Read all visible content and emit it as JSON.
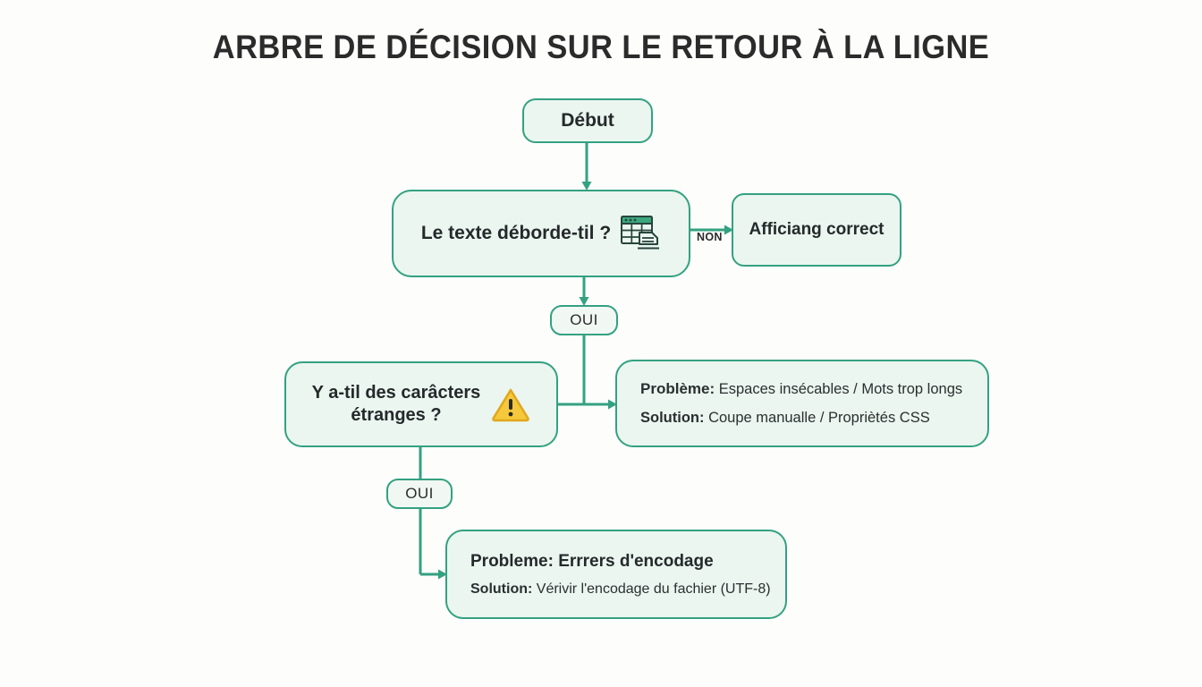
{
  "page": {
    "title": "ARBRE DE DÉCISION SUR LE RETOUR À LA LIGNE",
    "background_color": "#FDFDFC"
  },
  "theme": {
    "node_border": "#34A181",
    "node_fill": "#EAF6EF",
    "edge_color": "#34A181",
    "text_color": "#2B2B2B",
    "warning_fill": "#F6C83C",
    "warning_stroke": "#E0A71E",
    "spreadsheet_header": "#3AA87E",
    "spreadsheet_grid": "#27443C"
  },
  "flowchart": {
    "type": "decision-tree",
    "nodes": [
      {
        "id": "start",
        "label": "Début",
        "shape": "rounded-rect",
        "icon": null
      },
      {
        "id": "decision-overflow",
        "label": "Le texte déborde-til ?",
        "shape": "rounded-rect",
        "icon": "spreadsheet-icon"
      },
      {
        "id": "display-ok",
        "label": "Afficiang correct",
        "shape": "rounded-rect",
        "icon": null
      },
      {
        "id": "decision-chars",
        "label": "Y a-til des carâcters étranges ?",
        "label_line_1": "Y a-til des carâcters",
        "label_line_2": "étranges ?",
        "shape": "rounded-rect",
        "icon": "warning-triangle-icon"
      },
      {
        "id": "outcome-spaces",
        "shape": "rounded-rect",
        "problem_key": "Problème:",
        "problem_value": "Espaces insécables / Mots trop longs",
        "solution_key": "Solution:",
        "solution_value": "Coupe manualle / Propriètés CSS"
      },
      {
        "id": "outcome-encoding",
        "shape": "rounded-rect",
        "problem_line": "Probleme: Errrers d'encodage",
        "solution_key": "Solution:",
        "solution_value": "Vérivir l'encodage du fachier (UTF-8)"
      }
    ],
    "edge_labels": [
      {
        "id": "non-1",
        "text": "NON",
        "style": "plain",
        "from": "decision-overflow",
        "to": "display-ok"
      },
      {
        "id": "oui-1",
        "text": "OUI",
        "style": "pill",
        "from": "decision-overflow",
        "to": "decision-chars"
      },
      {
        "id": "oui-2",
        "text": "OUI",
        "style": "pill",
        "from": "decision-chars",
        "to": "outcome-encoding"
      }
    ]
  }
}
